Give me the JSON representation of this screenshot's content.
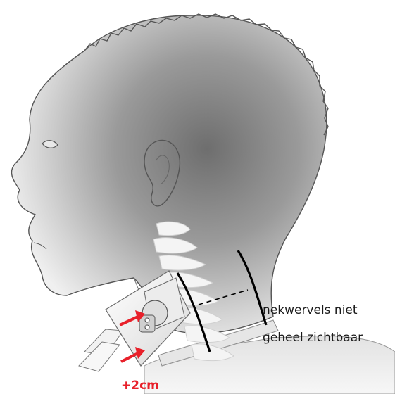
{
  "annotation": {
    "line1": "nekwervels niet",
    "line2": "geheel zichtbaar"
  },
  "offset_label": "+2cm",
  "colors": {
    "arrow": "#e8202a",
    "outline": "#4a4a4a",
    "marker": "#000000",
    "vertebrae": "#f4f4f4"
  },
  "icons": [
    "head-silhouette",
    "cervical-spine",
    "chin-rest-device",
    "red-arrow",
    "dashed-leader"
  ]
}
